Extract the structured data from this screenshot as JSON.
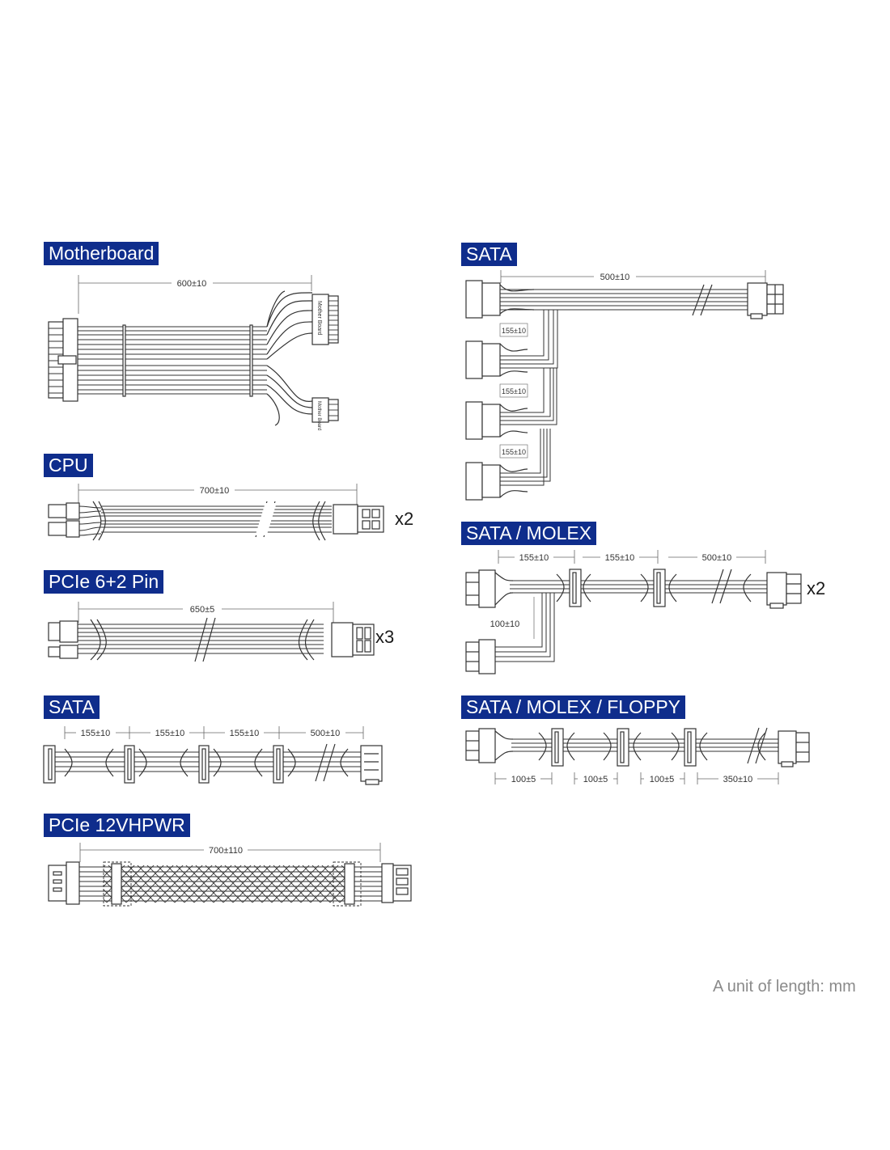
{
  "sections": {
    "motherboard": {
      "title": "Motherboard",
      "length": "600±10",
      "label_top": "Mother Board",
      "label_bottom": "Mother Board"
    },
    "cpu": {
      "title": "CPU",
      "length": "700±10",
      "multiplier": "x2"
    },
    "pcie62": {
      "title": "PCIe 6+2 Pin",
      "length": "650±5",
      "multiplier": "x3"
    },
    "sata_left": {
      "title": "SATA",
      "segments": [
        "155±10",
        "155±10",
        "155±10",
        "500±10"
      ]
    },
    "pcie12v": {
      "title": "PCIe 12VHPWR",
      "length": "700±110"
    },
    "sata_right": {
      "title": "SATA",
      "length": "500±10",
      "branches": [
        "155±10",
        "155±10",
        "155±10"
      ]
    },
    "sata_molex": {
      "title": "SATA / MOLEX",
      "segments": [
        "155±10",
        "155±10",
        "500±10"
      ],
      "branch": "100±10",
      "multiplier": "x2"
    },
    "sata_molex_floppy": {
      "title": "SATA / MOLEX / FLOPPY",
      "segments": [
        "100±5",
        "100±5",
        "100±5",
        "350±10"
      ]
    }
  },
  "footer": "A unit of length: mm",
  "colors": {
    "title_bg": "#0f2d8c",
    "title_text": "#ffffff",
    "line": "#333333",
    "footer": "#8a8a8a"
  }
}
